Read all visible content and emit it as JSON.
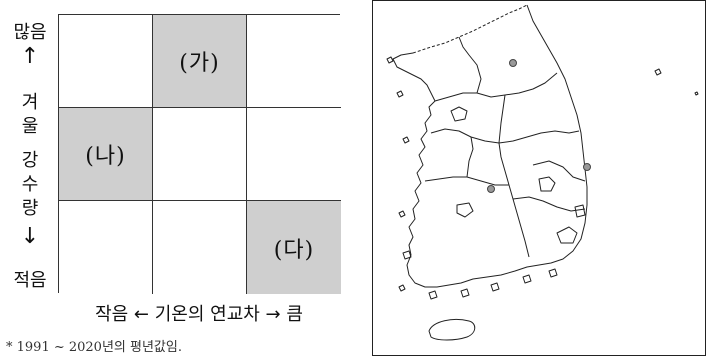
{
  "grid": {
    "cells": [
      {
        "label": "",
        "shaded": false
      },
      {
        "label": "(가)",
        "shaded": true
      },
      {
        "label": "",
        "shaded": false
      },
      {
        "label": "(나)",
        "shaded": true
      },
      {
        "label": "",
        "shaded": false
      },
      {
        "label": "",
        "shaded": false
      },
      {
        "label": "",
        "shaded": false
      },
      {
        "label": "",
        "shaded": false
      },
      {
        "label": "(다)",
        "shaded": true
      }
    ]
  },
  "y_axis": {
    "top_label": "많음",
    "up_arrow": "↑",
    "title_chars": [
      "겨",
      "울",
      "강",
      "수",
      "량"
    ],
    "down_arrow": "↓",
    "bottom_label": "적음"
  },
  "x_axis": {
    "text": "작음 ← 기온의 연교차 → 큼"
  },
  "footnote": "* 1991 ~ 2020년의 평년값임.",
  "map": {
    "stations": 3,
    "line_color": "#222222",
    "marker_color": "#888888"
  }
}
